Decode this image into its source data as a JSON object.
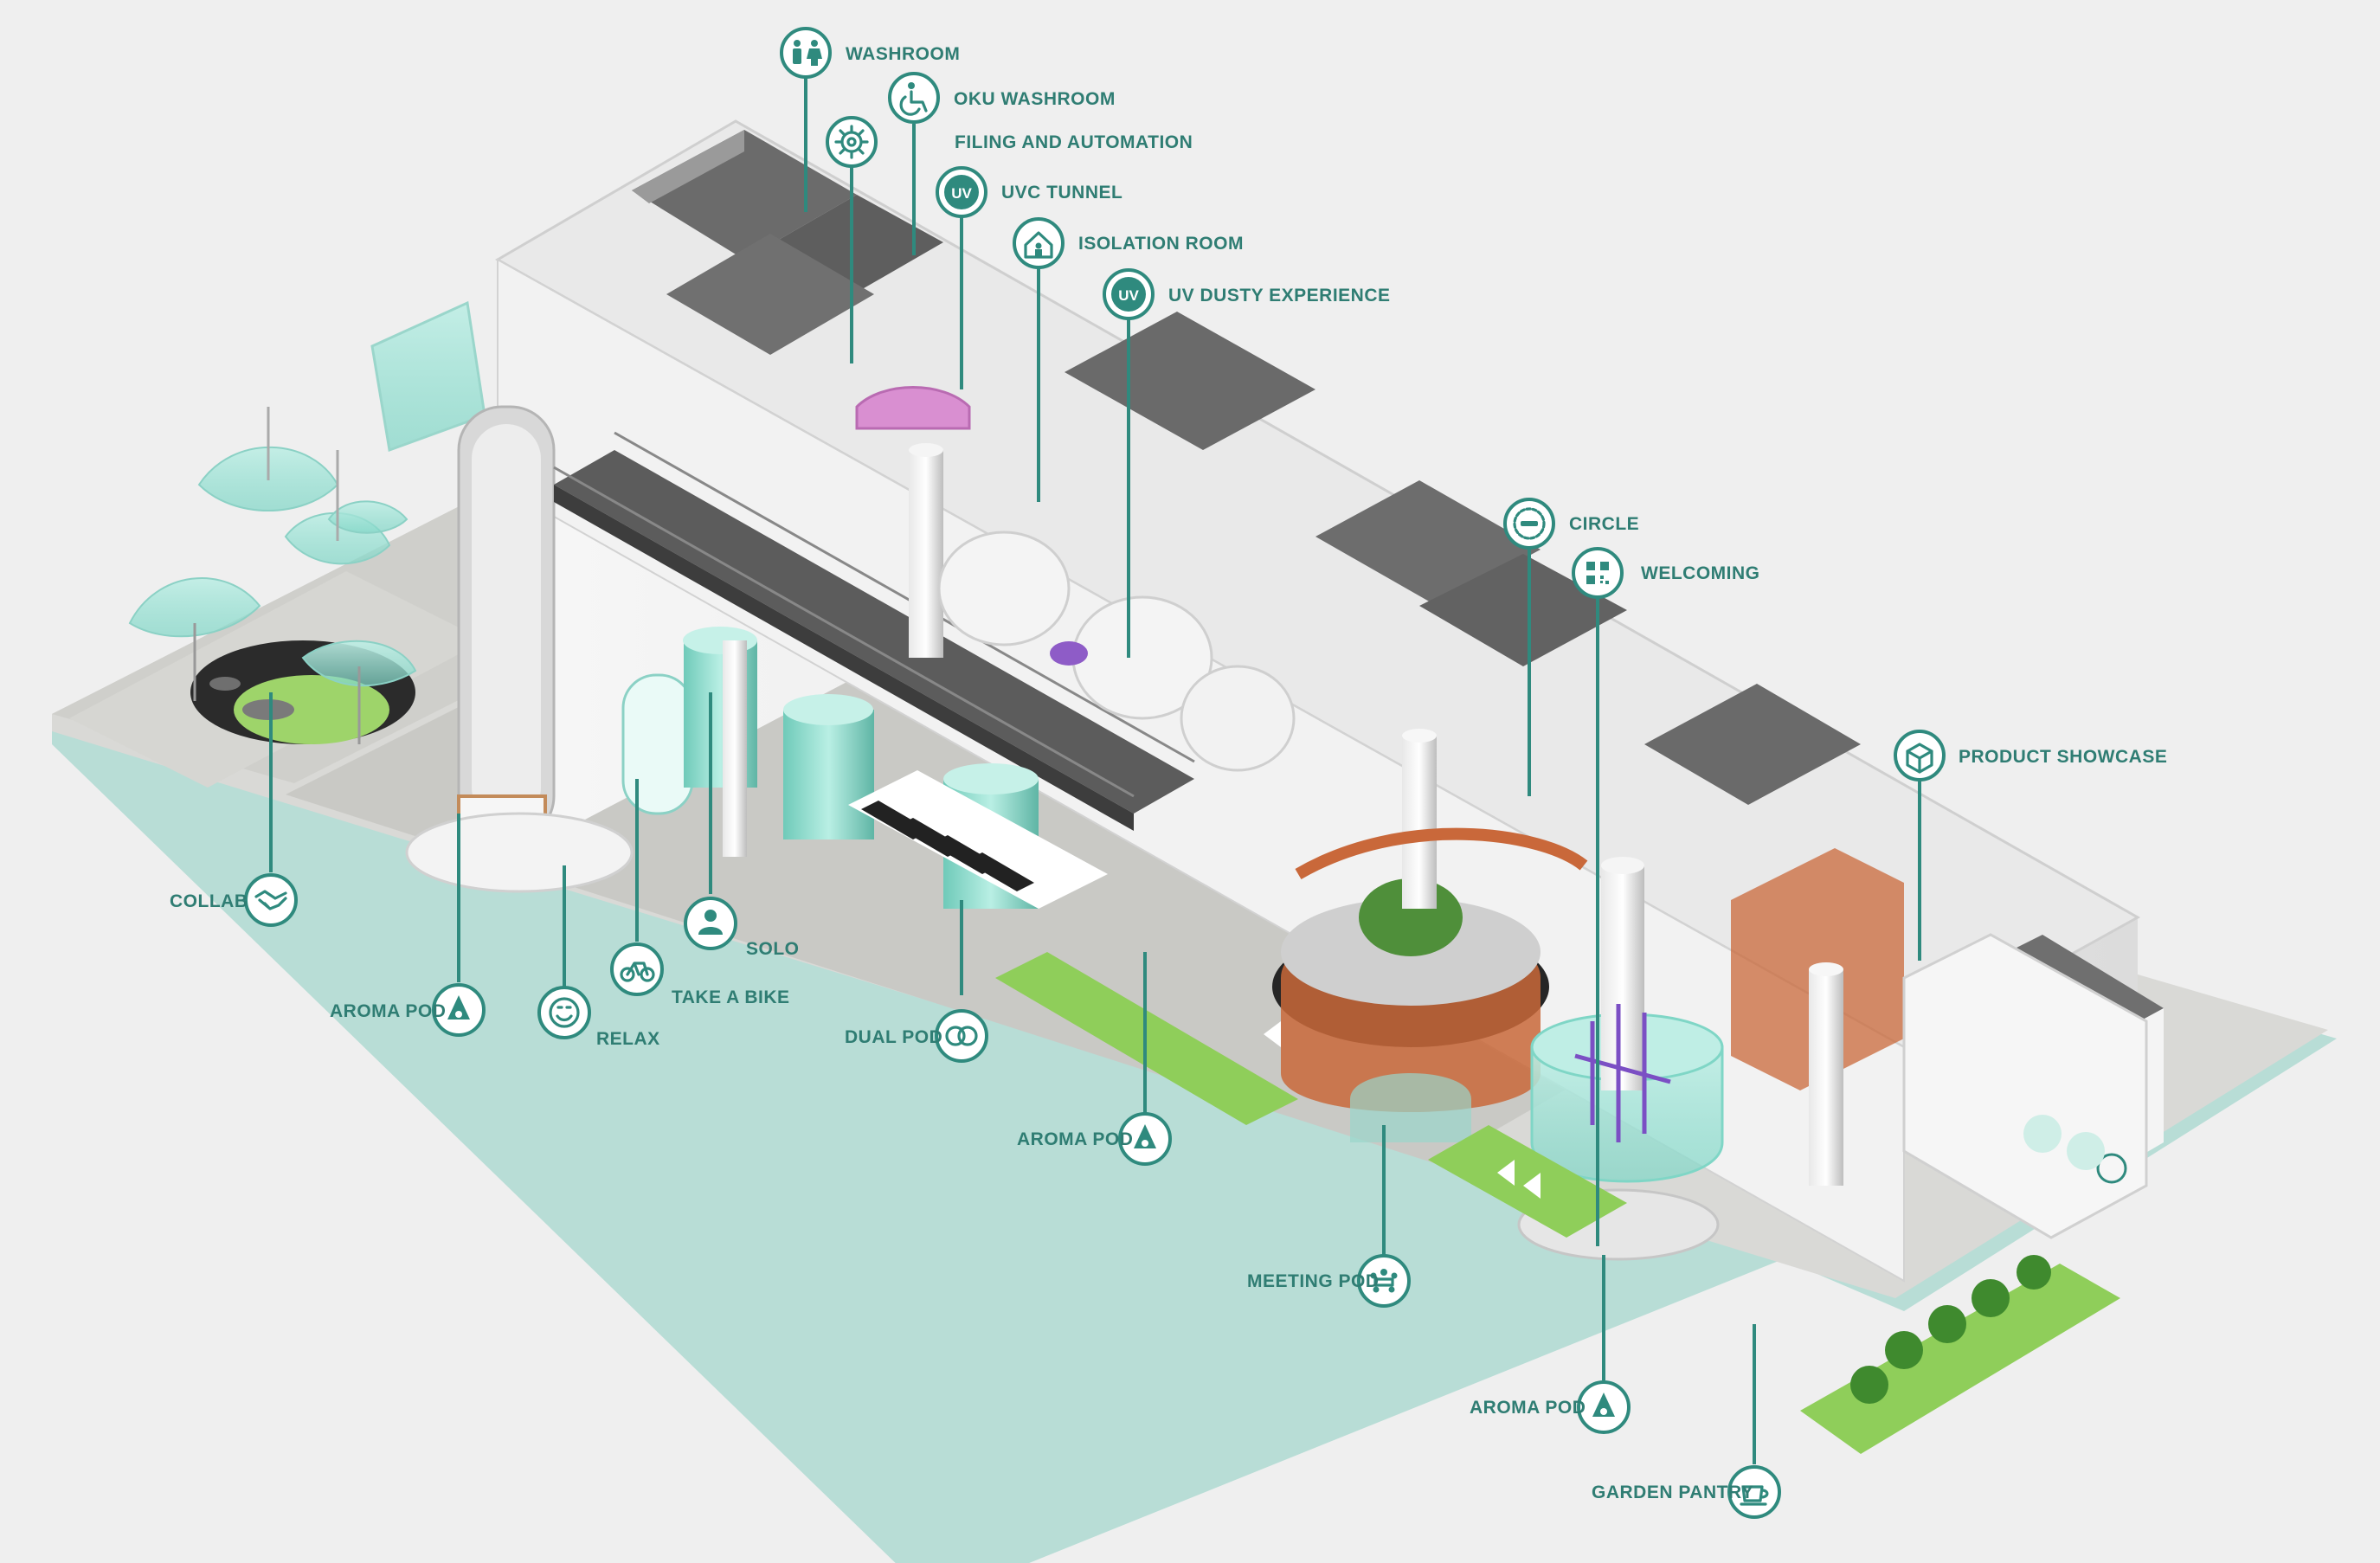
{
  "diagram": {
    "labels": {
      "washroom": "WASHROOM",
      "oku_washroom": "OKU WASHROOM",
      "filing_automation": "FILING AND AUTOMATION",
      "uvc_tunnel": "UVC TUNNEL",
      "isolation_room": "ISOLATION ROOM",
      "uv_dusty": "UV DUSTY EXPERIENCE",
      "circle": "CIRCLE",
      "welcoming": "WELCOMING",
      "product_showcase": "PRODUCT SHOWCASE",
      "collab": "COLLAB",
      "solo": "SOLO",
      "take_a_bike": "TAKE A BIKE",
      "aroma_pod_left": "AROMA POD",
      "relax": "RELAX",
      "dual_pod": "DUAL POD",
      "aroma_pod_mid": "AROMA POD",
      "meeting_pod": "MEETING POD",
      "aroma_pod_right": "AROMA POD",
      "garden_pantry": "GARDEN PANTRY"
    },
    "icon_text": {
      "uv": "UV"
    },
    "colors": {
      "accent": "#2f8a7e",
      "label": "#2f7d73",
      "background": "#efefef",
      "mint": "#7fd6c6",
      "copper": "#c9683a",
      "grass": "#8fce5a"
    }
  }
}
